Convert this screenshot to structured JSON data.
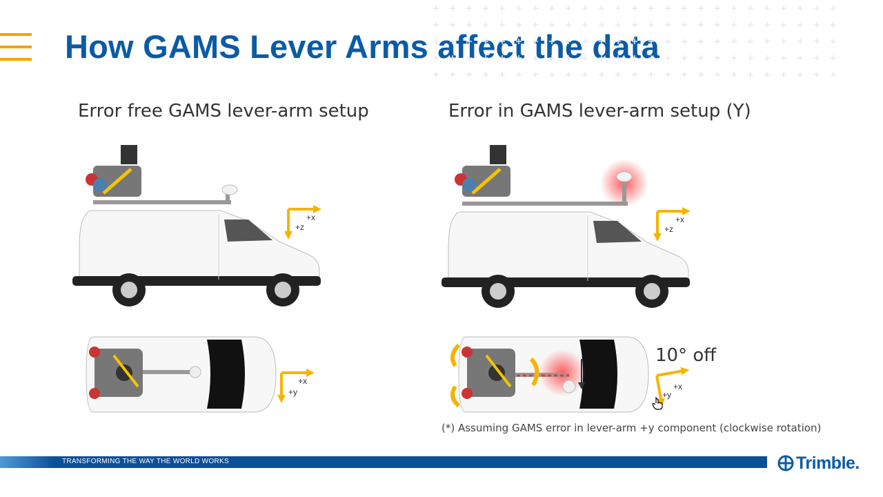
{
  "slide": {
    "title": "How GAMS Lever Arms affect the data",
    "left_caption": "Error free GAMS lever-arm setup",
    "right_caption": "Error in GAMS lever-arm setup (Y)",
    "offset_label": "10° off",
    "footnote": "(*) Assuming GAMS error  in lever-arm  +y component  (clockwise rotation)",
    "axis_labels": {
      "x": "+x",
      "z": "+z",
      "y": "+y"
    }
  },
  "footer": {
    "tagline": "TRANSFORMING THE WAY THE WORLD WORKS",
    "brand": "Trimble."
  },
  "colors": {
    "title": "#0b5ba6",
    "accent": "#f5a300",
    "footer_bar": "#0b4e9a",
    "error_highlight": "#ff4a4a"
  },
  "icons": {
    "menu": "hamburger-menu-icon",
    "brand": "trimble-globe-icon",
    "cursor": "hand-cursor-icon"
  }
}
